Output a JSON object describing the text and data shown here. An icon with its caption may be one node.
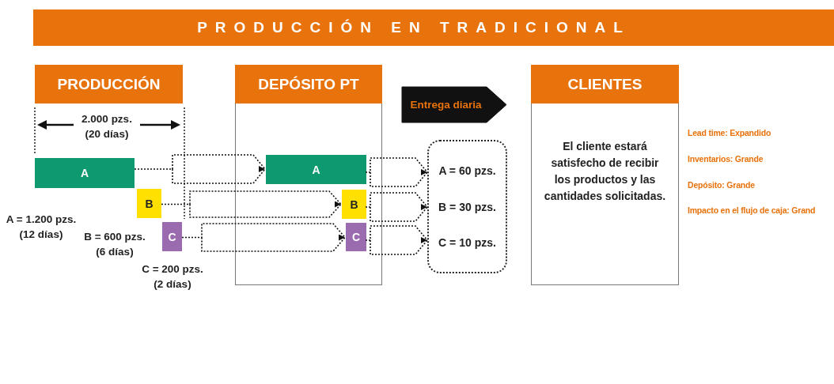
{
  "diagram": {
    "title": "PRODUCCIÓN EN TRADICIONAL",
    "nodes": [
      {
        "text": [
          "PRODUCCIÓN"
        ]
      },
      {
        "text": [
          "DEPÓSITO PT"
        ]
      },
      {
        "text": [],
        "shape": "box"
      },
      {
        "text": [
          "CLIENTES"
        ]
      },
      {
        "text": [
          "El cliente estará satisfecho de recibir los productos y las cantidades solicitadas."
        ],
        "beside": [
          "Lead time: Expandido",
          "Inventarios: Grande",
          "Depósito: Grande",
          "Impacto en el flujo de caja: Grand"
        ]
      },
      {
        "text": [
          "A"
        ],
        "beside": [
          "A = 1.200 pzs. (12 días)"
        ]
      },
      {
        "text": [
          "B"
        ]
      },
      {
        "text": [
          "C"
        ],
        "beside": [
          "C = 200 pzs. (2 días)"
        ]
      },
      {
        "text": [
          "A"
        ],
        "in": 2
      },
      {
        "text": [
          "B"
        ],
        "in": 2
      },
      {
        "text": [
          "C"
        ],
        "in": 2
      },
      {
        "text": [
          "A = 60 pzs.",
          "B = 30 pzs.",
          "C = 10 pzs."
        ]
      }
    ],
    "edges": [
      {
        "from": 5,
        "to": 8,
        "arrow": "to",
        "style": "dashed"
      },
      {
        "from": 6,
        "to": 9,
        "arrow": "to",
        "style": "dashed"
      },
      {
        "from": 7,
        "to": 10,
        "arrow": "to",
        "style": "dashed"
      },
      {
        "from": 8,
        "to": 11,
        "arrow": "to",
        "style": "dashed"
      },
      {
        "from": 9,
        "to": 11,
        "arrow": "to",
        "style": "dashed"
      },
      {
        "from": 10,
        "to": 11,
        "arrow": "to",
        "style": "dashed"
      },
      {
        "from": 2,
        "to": 4,
        "arrow": "to",
        "label": "Entrega diaria",
        "style": "thick"
      }
    ],
    "labels": [
      "2.000 pzs. (20 días)",
      "B = 600 pzs. (6 días)"
    ]
  }
}
